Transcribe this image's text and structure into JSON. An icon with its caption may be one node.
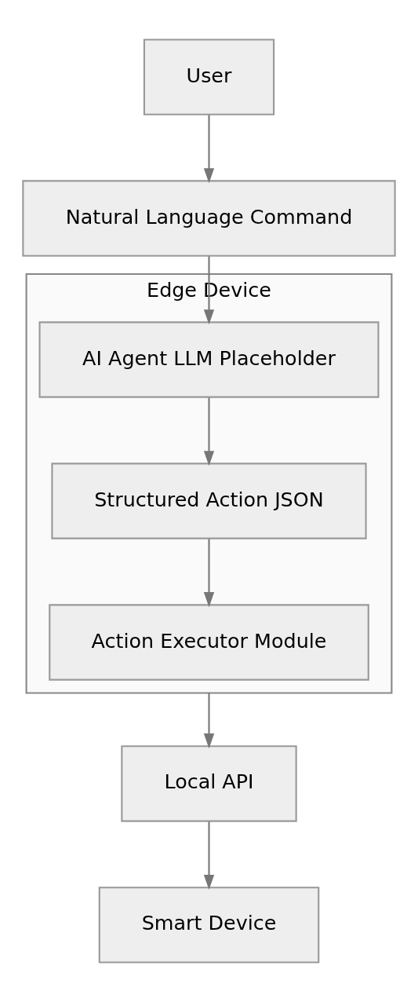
{
  "diagram": {
    "nodes": [
      {
        "text": [
          "User"
        ]
      },
      {
        "text": [
          "Natural Language Command"
        ]
      },
      {
        "text": [
          "Edge Device"
        ]
      },
      {
        "text": [
          "AI Agent LLM Placeholder"
        ],
        "in": 2
      },
      {
        "text": [
          "Structured Action JSON"
        ],
        "in": 2
      },
      {
        "text": [
          "Action Executor Module"
        ],
        "in": 2
      },
      {
        "text": [
          "Local API"
        ]
      },
      {
        "text": [
          "Smart Device"
        ]
      }
    ],
    "edges": [
      {
        "from": 0,
        "to": 1,
        "arrow": "to"
      },
      {
        "from": 1,
        "to": 3,
        "arrow": "to"
      },
      {
        "from": 3,
        "to": 4,
        "arrow": "to"
      },
      {
        "from": 4,
        "to": 5,
        "arrow": "to"
      },
      {
        "from": 2,
        "to": 6,
        "arrow": "to"
      },
      {
        "from": 6,
        "to": 7,
        "arrow": "to"
      }
    ]
  }
}
